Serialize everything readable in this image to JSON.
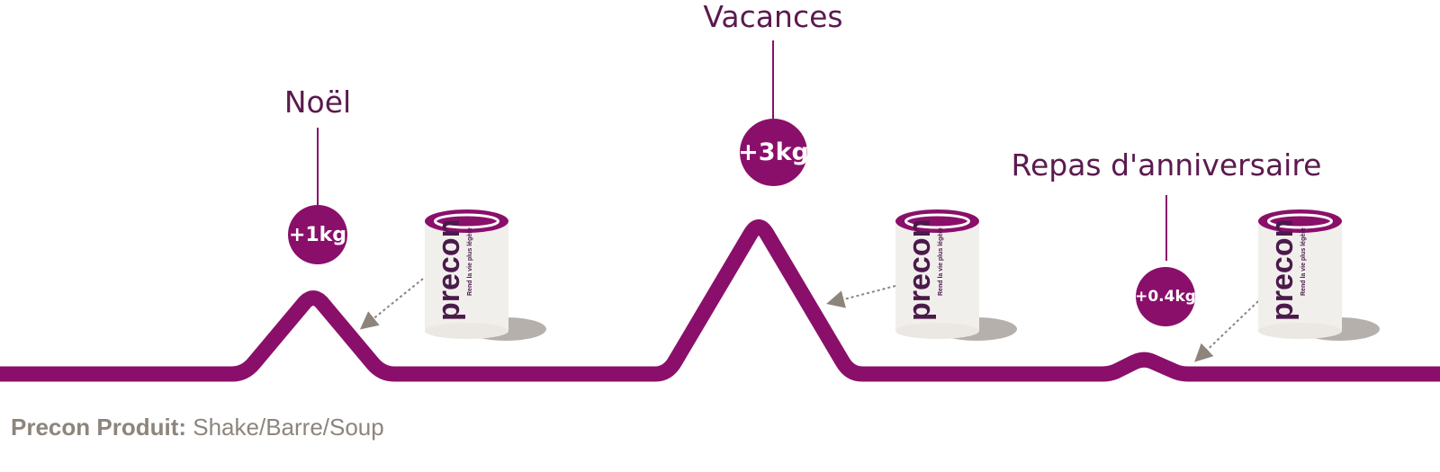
{
  "events": [
    {
      "label": "Noël",
      "gain": "+1kg"
    },
    {
      "label": "Vacances",
      "gain": "+3kg"
    },
    {
      "label": "Repas d'anniversaire",
      "gain": "+0.4kg"
    }
  ],
  "product": {
    "brand": "precon",
    "tagline": "Rend la vie plus légère"
  },
  "footer": {
    "label": "Precon Produit:",
    "value": "Shake/Barre/Soup"
  },
  "colors": {
    "accent": "#8a0f6a",
    "label_text": "#5b1a4e",
    "footer_text": "#8d857c",
    "arrow": "#8d857c"
  }
}
